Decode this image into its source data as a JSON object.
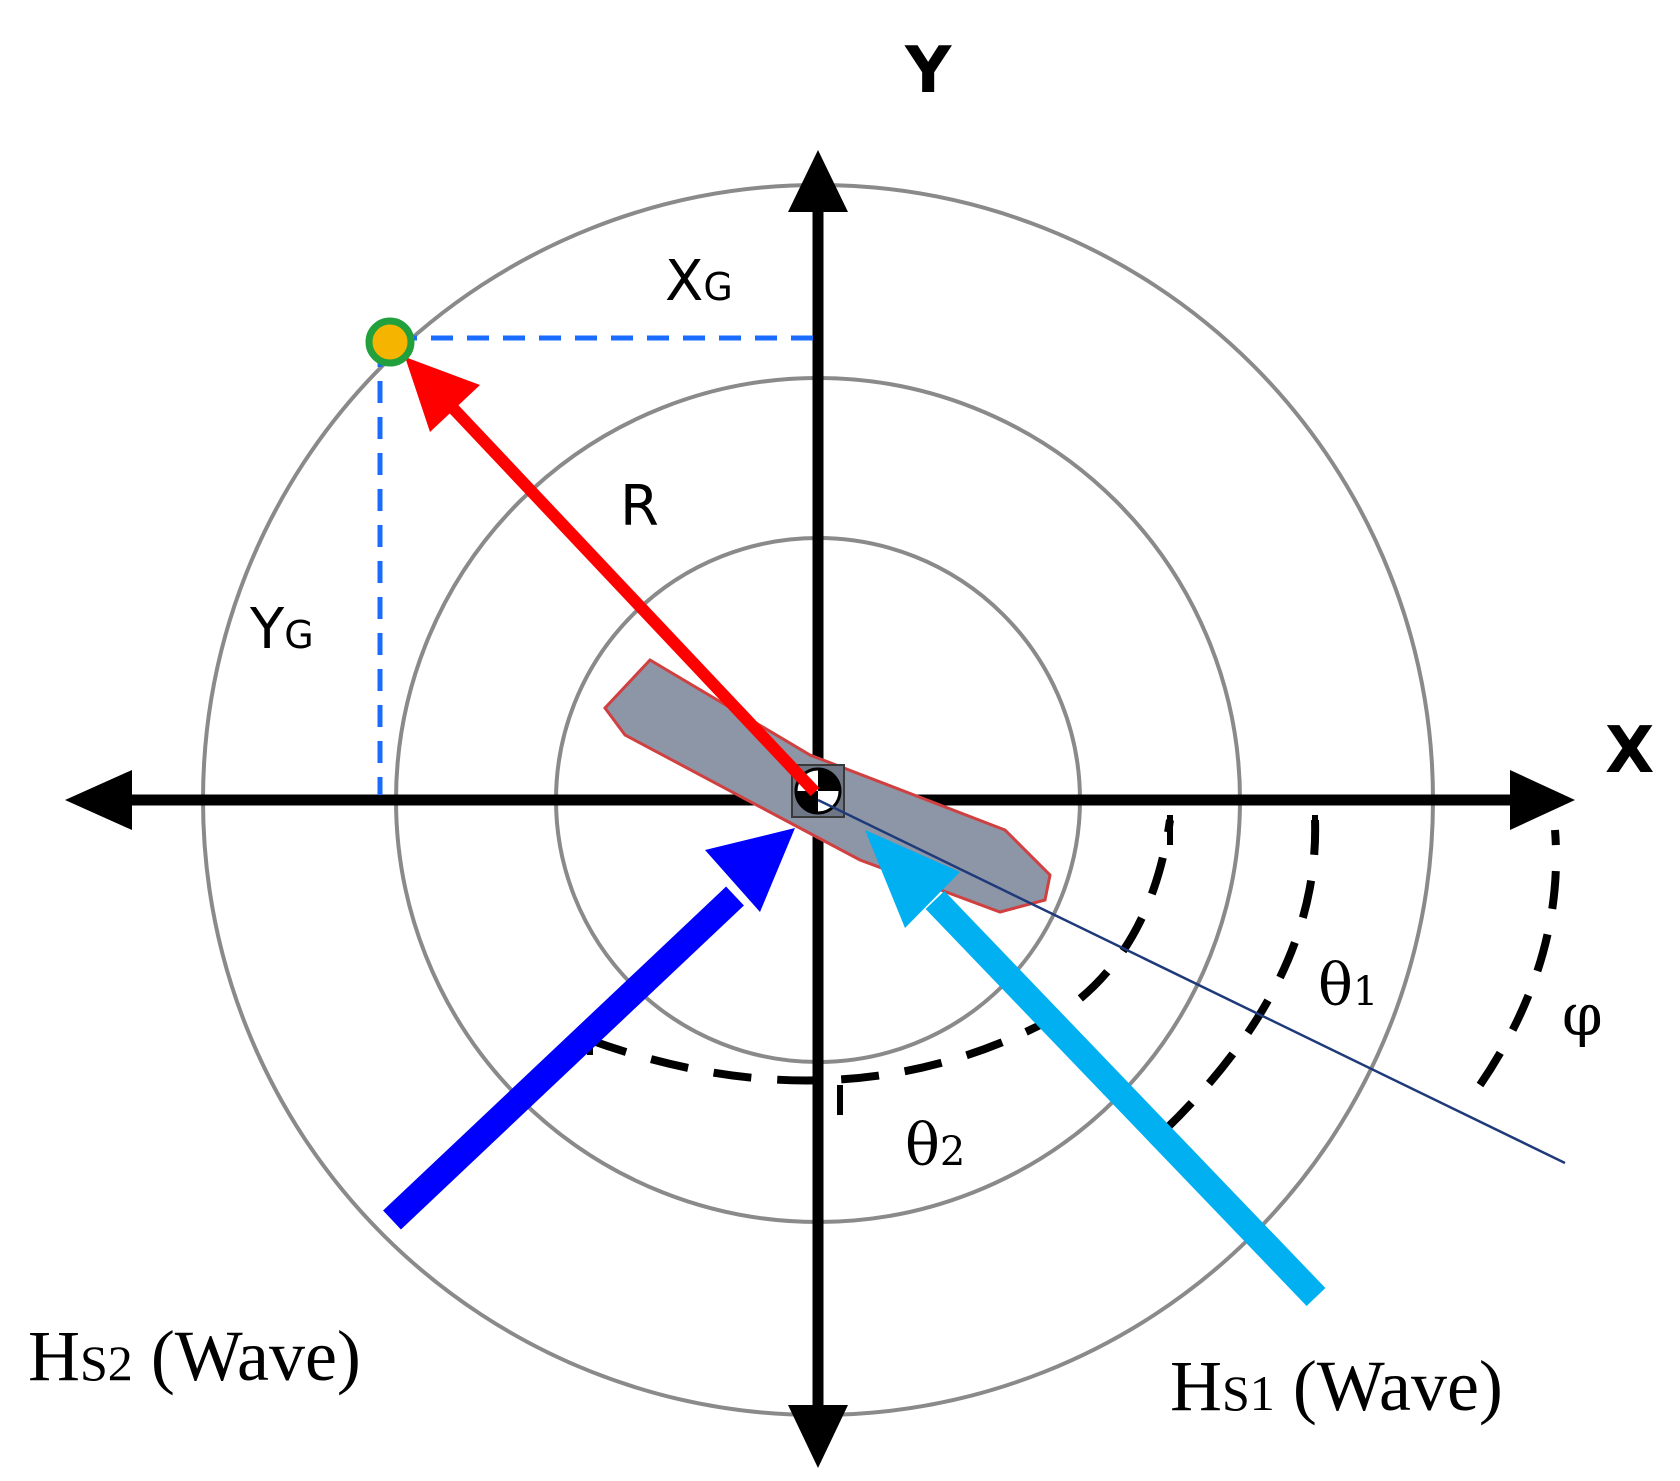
{
  "axes": {
    "x_label": "X",
    "y_label": "Y"
  },
  "symbols": {
    "xg_main": "X",
    "xg_sub": "G",
    "yg_main": "Y",
    "yg_sub": "G",
    "r": "R",
    "theta1_main": "θ",
    "theta1_sub": "1",
    "theta2_main": "θ",
    "theta2_sub": "2",
    "phi": "φ"
  },
  "waves": {
    "hs2_main": "H",
    "hs2_sub": "S2",
    "hs2_suffix": " (Wave)",
    "hs1_main": "H",
    "hs1_sub": "S1",
    "hs1_suffix": " (Wave)"
  },
  "colors": {
    "circle": "#8a8a8a",
    "axis": "#000000",
    "radius_arrow": "#ff0000",
    "projection_dash": "#1a6bff",
    "hs1_arrow": "#00b0f0",
    "hs2_arrow": "#0000ff",
    "heading_line": "#1f3a7a",
    "vessel_fill": "#8c96a6",
    "vessel_edge": "#d04040",
    "point_fill": "#f5b400",
    "point_ring": "#22a03c"
  }
}
